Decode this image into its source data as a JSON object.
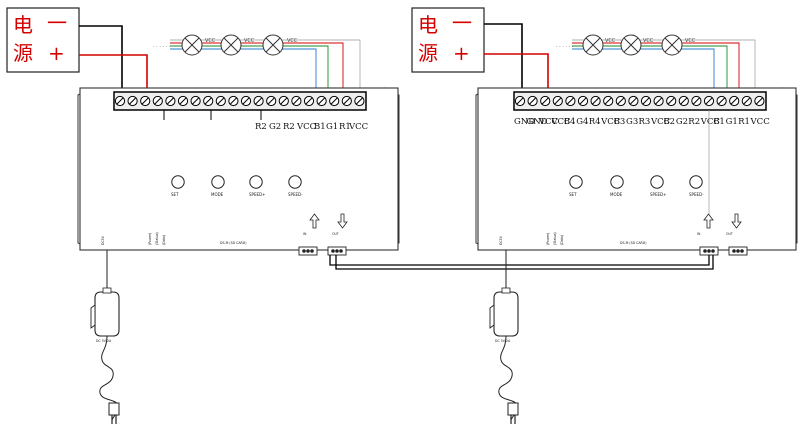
{
  "power_supply": {
    "char_top": "电",
    "char_bottom": "源",
    "minus": "一",
    "plus": "+"
  },
  "lamp_dots": ". . . . . .",
  "lamp_vcc": "VCC",
  "controller_left": {
    "terminal_labels": [
      "R2",
      "G2",
      "R2",
      "VCC",
      "B1",
      "G1",
      "R1",
      "VCC"
    ],
    "buttons": [
      "SET",
      "MODE",
      "SPEED+",
      "SPEED-"
    ],
    "status_labels": [
      "(Power)",
      "(Status)",
      "(Data)"
    ],
    "model_text": "DS-M  (SD CARD)",
    "side_label": "DC5V",
    "in_label": "IN",
    "out_label": "OUT"
  },
  "controller_right": {
    "terminal_labels": [
      "GND",
      "GND",
      "VCC",
      "VCC",
      "B4",
      "G4",
      "R4",
      "VCC",
      "B3",
      "G3",
      "R3",
      "VCC",
      "B2",
      "G2",
      "R2",
      "VCC",
      "B1",
      "G1",
      "R1",
      "VCC"
    ],
    "buttons": [
      "SET",
      "MODE",
      "SPEED+",
      "SPEED-"
    ],
    "status_labels": [
      "(Power)",
      "(Status)",
      "(Data)"
    ],
    "model_text": "DS-M  (SD CARD)",
    "side_label": "DC5V",
    "in_label": "IN",
    "out_label": "OUT"
  },
  "adapter_text": "DC 5V/2A",
  "colors": {
    "red": "#d40000",
    "green": "#1a8a2a",
    "blue": "#2a7ad0",
    "black": "#000000"
  }
}
